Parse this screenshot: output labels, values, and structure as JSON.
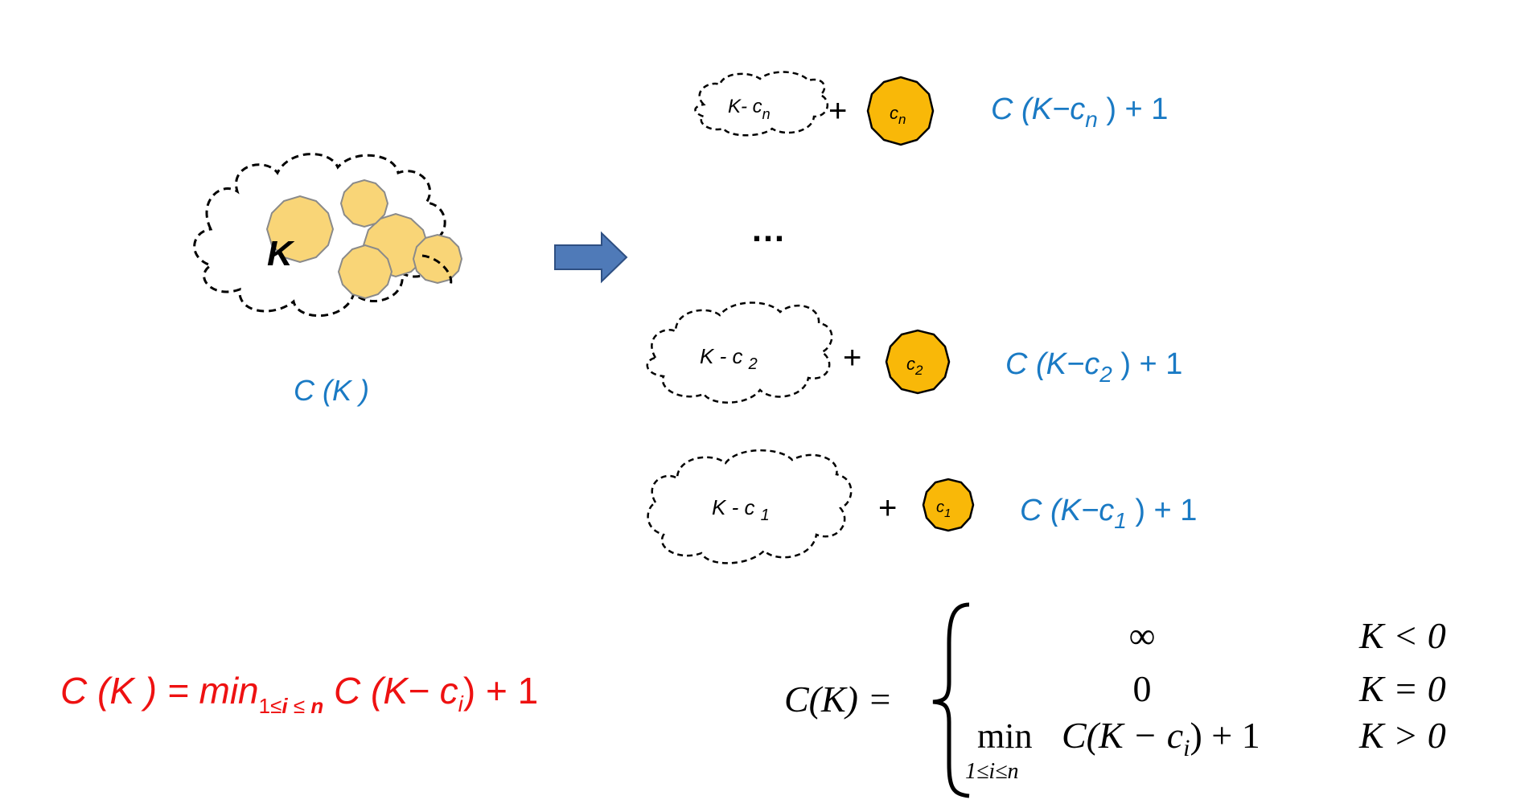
{
  "colors": {
    "blue_text": "#1a7ac4",
    "red_text": "#ee1111",
    "coin_fill": "#f9b808",
    "coin_fill_light": "#f9d577",
    "coin_stroke_light": "#8a8a8a",
    "arrow_fill": "#4f7ab8",
    "arrow_stroke": "#2e4f82",
    "cloud_stroke": "#000000"
  },
  "main_cloud": {
    "label": "K",
    "caption": "C (K )"
  },
  "arrow_icon": "right-arrow-icon",
  "ellipsis": "…",
  "rows": [
    {
      "cloud_text": "K-  c",
      "cloud_sub": "n",
      "plus": "+",
      "coin_text": "c",
      "coin_sub": "n",
      "formula_pre": "C (K−c",
      "formula_sub": "n",
      "formula_post": " ) + 1"
    },
    {
      "cloud_text": "K  -  c ",
      "cloud_sub": "2",
      "plus": "+",
      "coin_text": "c",
      "coin_sub": "2",
      "formula_pre": "C (K−c",
      "formula_sub": "2",
      "formula_post": " ) + 1"
    },
    {
      "cloud_text": "K  -  c ",
      "cloud_sub": "1",
      "plus": "+",
      "coin_text": "c",
      "coin_sub": "1",
      "formula_pre": "C (K−c",
      "formula_sub": "1",
      "formula_post": " ) + 1"
    }
  ],
  "recurrence": {
    "lhs": "C (K ) = min",
    "sub1": "1≤",
    "sub_i": "i",
    "sub2": " ≤ ",
    "sub_n": "n",
    "rhs_pre": " C (K− c",
    "rhs_sub": "i",
    "rhs_post": ") + 1"
  },
  "piecewise": {
    "lhs": "C(K) =",
    "cases": [
      {
        "value": "∞",
        "condition": "K < 0"
      },
      {
        "value": "0",
        "condition": "K = 0"
      },
      {
        "value_pre": "C(K − c",
        "value_sub": "i",
        "value_post": ") + 1",
        "min": "min",
        "min_sub": "1≤i≤n",
        "condition": "K > 0"
      }
    ]
  }
}
